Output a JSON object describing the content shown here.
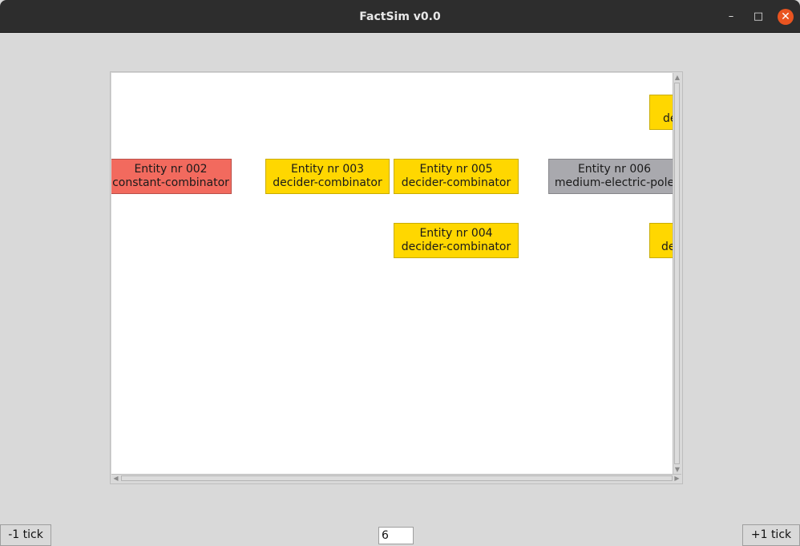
{
  "window": {
    "title": "FactSim v0.0",
    "minimize_glyph": "–",
    "maximize_glyph": "□",
    "close_glyph": "✕"
  },
  "entities": [
    {
      "id": "002",
      "title": "Entity nr 002",
      "type": "constant-combinator",
      "color": "#f26a5e"
    },
    {
      "id": "003",
      "title": "Entity nr 003",
      "type": "decider-combinator",
      "color": "#ffd700"
    },
    {
      "id": "005",
      "title": "Entity nr 005",
      "type": "decider-combinator",
      "color": "#ffd700"
    },
    {
      "id": "006",
      "title": "Entity nr 006",
      "type": "medium-electric-pole",
      "color": "#a9a9ae"
    },
    {
      "id": "004",
      "title": "Entity nr 004",
      "type": "decider-combinator",
      "color": "#ffd700"
    },
    {
      "id": "partial-top",
      "title": "",
      "type": "de",
      "color": "#ffd700"
    },
    {
      "id": "partial-bottom",
      "title": "",
      "type": "de",
      "color": "#ffd700"
    }
  ],
  "controls": {
    "prev_tick_label": "-1 tick",
    "next_tick_label": "+1 tick",
    "tick_value": "6"
  },
  "scrollbar_icons": {
    "up": "arrow-up-icon",
    "down": "arrow-down-icon",
    "left": "arrow-left-icon",
    "right": "arrow-right-icon"
  }
}
